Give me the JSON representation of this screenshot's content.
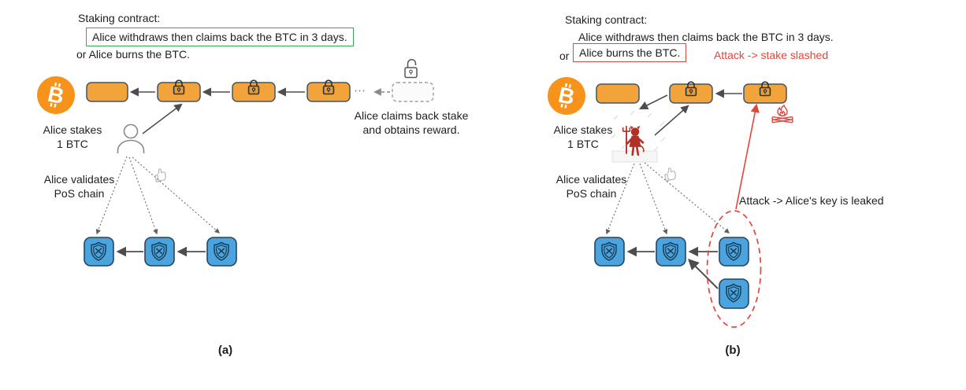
{
  "panels": {
    "a": {
      "label": "(a)",
      "contract_title": "Staking contract:",
      "withdraw_line": "Alice withdraws then claims back the BTC in 3 days.",
      "or_prefix": "or",
      "burn_line": "Alice burns the BTC.",
      "stakes_line1": "Alice stakes",
      "stakes_line2": "1 BTC",
      "validates_line1": "Alice validates",
      "validates_line2": "PoS chain",
      "claims_line1": "Alice claims back stake",
      "claims_line2": "and obtains reward.",
      "ellipsis": "⋯"
    },
    "b": {
      "label": "(b)",
      "contract_title": "Staking contract:",
      "withdraw_line": "Alice withdraws then claims back the BTC in 3 days.",
      "or_prefix": "or",
      "burn_line": "Alice burns the BTC.",
      "stake_slashed_note": "Attack -> stake slashed",
      "key_leaked_note": "Attack -> Alice's key is leaked",
      "stakes_line1": "Alice stakes",
      "stakes_line2": "1 BTC",
      "validates_line1": "Alice validates",
      "validates_line2": "PoS chain"
    }
  },
  "icons": {
    "bitcoin_glyph": "B",
    "bitcoin-icon": "white B in orange circle",
    "lock-icon": "closed padlock on block",
    "unlock-icon": "open padlock",
    "person-icon": "user outline",
    "thumbs-up-icon": "thumbs up outline",
    "shield-icon": "shield with x badge",
    "devil-icon": "red devil attacker with trident",
    "campfire-icon": "burning stake fire",
    "ellipsis-icon": "continuation dots"
  },
  "colors": {
    "bitcoin_orange": "#F7931A",
    "block_orange": "#F2A43B",
    "block_orange_border": "#3F5668",
    "block_blue": "#4BA4DE",
    "block_blue_border": "#27455C",
    "highlight_green": "#34A853",
    "alert_red": "#E3453A",
    "devil_red": "#B03226",
    "arrow_gray": "#4d4d4d"
  }
}
